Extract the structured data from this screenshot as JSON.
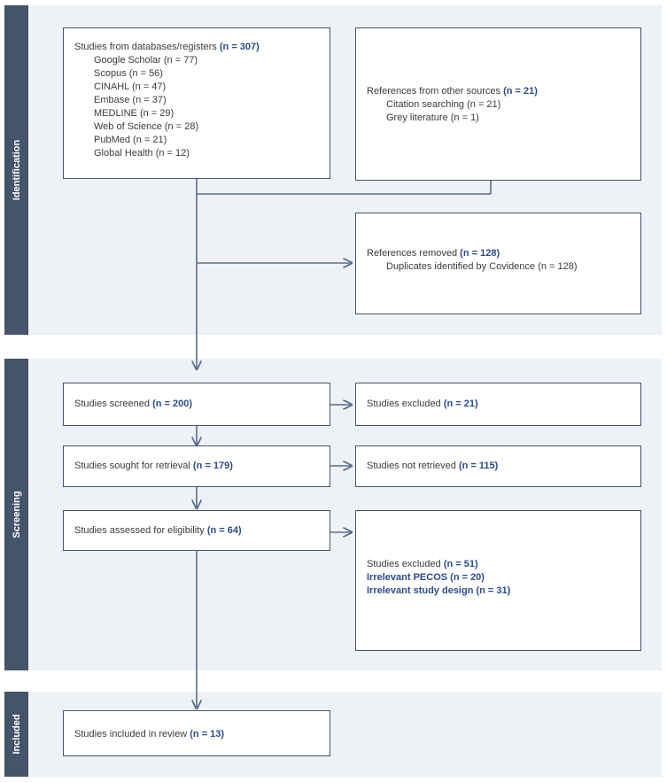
{
  "phases": {
    "identification": "Identification",
    "screening": "Screening",
    "included": "Included"
  },
  "databases": {
    "label": "Studies from databases/registers",
    "count": "(n = 307)",
    "items": [
      "Google Scholar (n = 77)",
      "Scopus (n = 56)",
      "CINAHL (n = 47)",
      "Embase (n = 37)",
      "MEDLINE (n = 29)",
      "Web of Science (n = 28)",
      "PubMed (n = 21)",
      "Global Health (n = 12)"
    ]
  },
  "other_sources": {
    "label": "References from other sources",
    "count": "(n = 21)",
    "items": [
      "Citation searching (n = 21)",
      "Grey literature (n = 1)"
    ]
  },
  "removed": {
    "label": "References removed",
    "count": "(n = 128)",
    "items": [
      "Duplicates identified by Covidence (n = 128)"
    ]
  },
  "screened": {
    "label": "Studies screened",
    "count": "(n = 200)"
  },
  "excluded_screening": {
    "label": "Studies excluded",
    "count": "(n = 21)"
  },
  "sought": {
    "label": "Studies sought for retrieval",
    "count": "(n = 179)"
  },
  "not_retrieved": {
    "label": "Studies not retrieved",
    "count": "(n = 115)"
  },
  "assessed": {
    "label": "Studies assessed for eligibility",
    "count": "(n = 64)"
  },
  "excluded_eligibility": {
    "label": "Studies excluded",
    "count": "(n = 51)",
    "items": [
      "Irrelevant PECOS (n = 20)",
      "Irrelevant study design (n = 31)"
    ]
  },
  "included_review": {
    "label": "Studies included in review",
    "count": "(n = 13)"
  },
  "colors": {
    "band": "#eef1f6",
    "label_bg": "#44546a",
    "accent": "#2e4a86",
    "line": "#5a6d8c"
  }
}
